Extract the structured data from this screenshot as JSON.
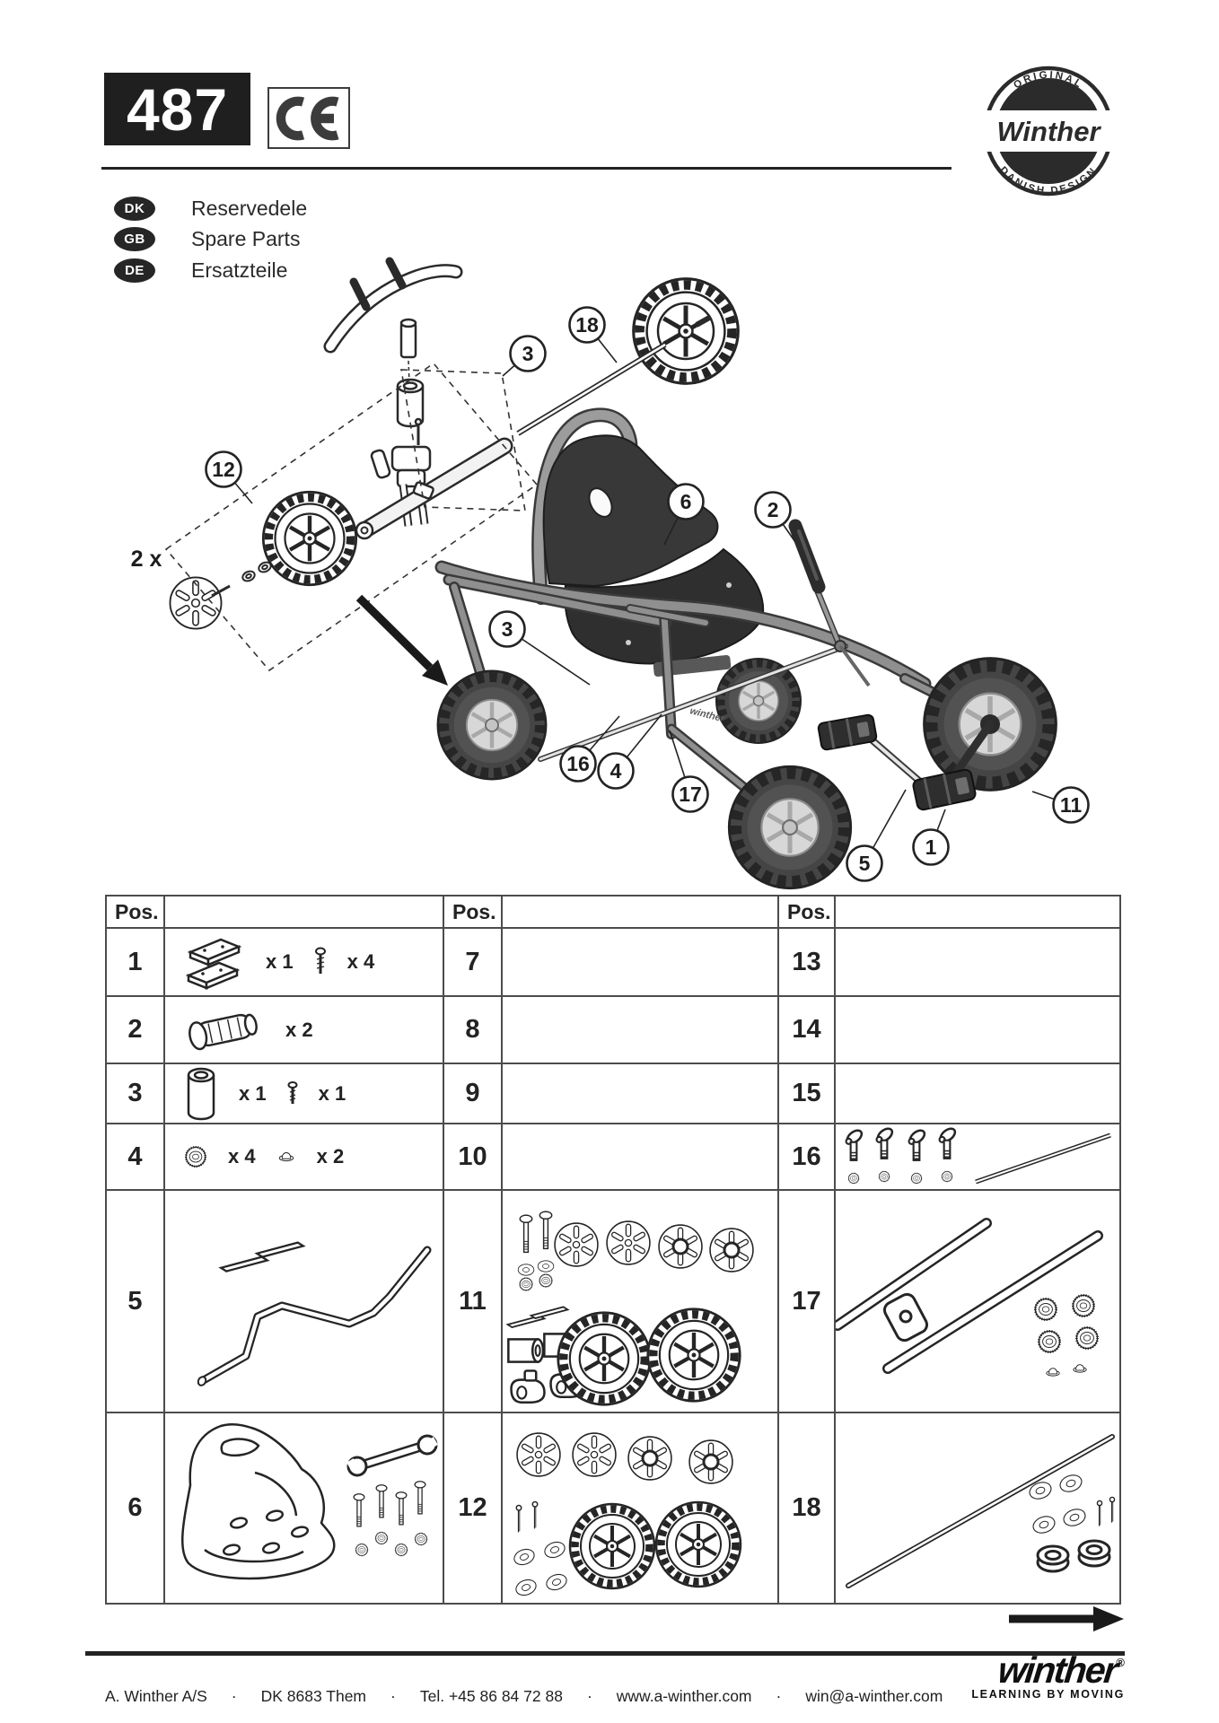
{
  "header": {
    "model_number": "487",
    "ce_mark": "CE"
  },
  "brand_badge": {
    "top_text": "ORIGINAL",
    "name": "Winther",
    "bottom_text": "DANISH DESIGN"
  },
  "languages": [
    {
      "code": "DK",
      "label": "Reservedele"
    },
    {
      "code": "GB",
      "label": "Spare Parts"
    },
    {
      "code": "DE",
      "label": "Ersatzteile"
    }
  ],
  "diagram": {
    "quantity_note": "2 x",
    "frame_text": "winther",
    "callouts": {
      "n1": "1",
      "n2": "2",
      "n3a": "3",
      "n3b": "3",
      "n4": "4",
      "n5": "5",
      "n6": "6",
      "n11": "11",
      "n12": "12",
      "n16": "16",
      "n17": "17",
      "n18": "18"
    }
  },
  "table": {
    "pos_header": "Pos.",
    "positions": [
      "1",
      "2",
      "3",
      "4",
      "5",
      "6",
      "7",
      "8",
      "9",
      "10",
      "11",
      "12",
      "13",
      "14",
      "15",
      "16",
      "17",
      "18"
    ],
    "quantities": {
      "pos1": [
        "x 1",
        "x 4"
      ],
      "pos2": [
        "x 2"
      ],
      "pos3": [
        "x 1",
        "x 1"
      ],
      "pos4": [
        "x 4",
        "x 2"
      ]
    }
  },
  "footer": {
    "company": "A. Winther A/S",
    "separator": "·",
    "address": "DK 8683 Them",
    "phone": "Tel. +45 86 84 72 88",
    "website": "www.a-winther.com",
    "email": "win@a-winther.com",
    "brand": "winther",
    "registered": "®",
    "tagline": "LEARNING BY MOVING"
  }
}
